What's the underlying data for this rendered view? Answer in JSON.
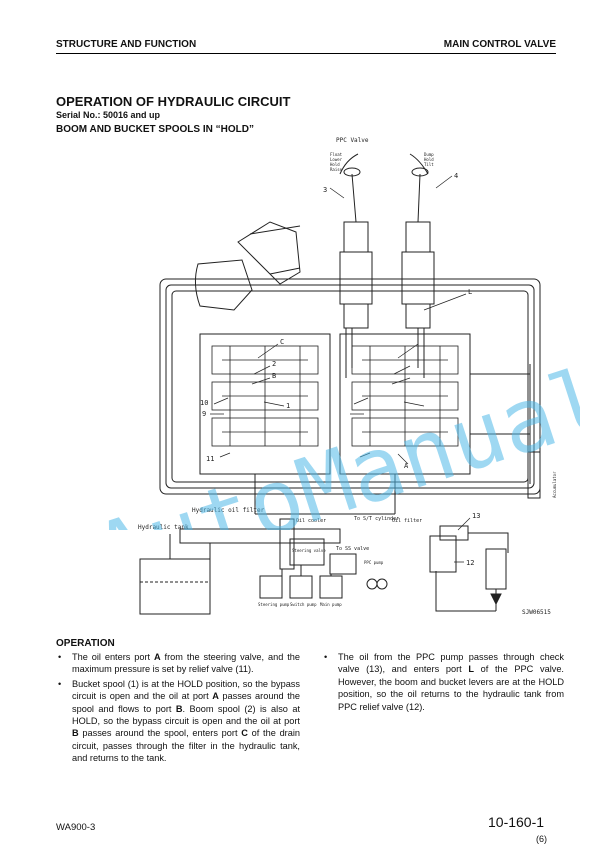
{
  "header": {
    "left": "STRUCTURE AND FUNCTION",
    "right": "MAIN CONTROL VALVE"
  },
  "title": "OPERATION OF HYDRAULIC CIRCUIT",
  "serial": "Serial No.: 50016 and up",
  "subtitle": "BOOM AND BUCKET SPOOLS IN “HOLD”",
  "diagram": {
    "ppc_valve": "PPC Valve",
    "lever_labels_left": [
      "Float",
      "Lower",
      "Hold",
      "Raise"
    ],
    "lever_labels_right": [
      "Dump",
      "Hold",
      "Tilt"
    ],
    "callouts": [
      "3",
      "4",
      "L",
      "C",
      "2",
      "B",
      "10",
      "9",
      "1",
      "11",
      "A",
      "13",
      "12"
    ],
    "hydraulic_oil_filter": "Hydraulic oil filter",
    "hydraulic_tank": "Hydraulic tank",
    "oil_cooler": "Oil cooler",
    "to_sv_cylinder": "To S/T cylinder",
    "oil_filter": "Oil filter",
    "to_ss_valve": "To SS valve",
    "steering_valve": "Steering valve",
    "steering_pump": "Steering pump",
    "switch_pump": "Switch pump",
    "main_pump": "Main pump",
    "ppc_pump": "PPC pump",
    "accumulator": "Accumulator",
    "figure_code": "SJW06515"
  },
  "watermark": "AutoManual",
  "operation": {
    "title": "OPERATION",
    "left_items": [
      [
        "The oil enters port ",
        "A",
        " from the steering valve, and the maximum pressure is set by relief valve (11)."
      ],
      [
        "Bucket spool (1) is at the HOLD position, so the bypass circuit is open and the oil at port ",
        "A",
        " passes around the spool and flows to port ",
        "B",
        ". Boom spool (2) is also at HOLD, so the bypass circuit is open and the oil at port ",
        "B",
        " passes around the spool, enters port ",
        "C",
        " of the drain circuit, passes through the filter in the hydraulic tank, and returns to the tank."
      ]
    ],
    "right_items": [
      [
        "The oil from the PPC pump passes through check valve (13), and enters port ",
        "L",
        " of the PPC valve. However, the boom and bucket levers are at the HOLD position, so the oil returns to the hydraulic tank from PPC relief valve (12)."
      ]
    ]
  },
  "footer": {
    "model": "WA900-3",
    "page": "10-160-1",
    "revision": "(6)"
  }
}
